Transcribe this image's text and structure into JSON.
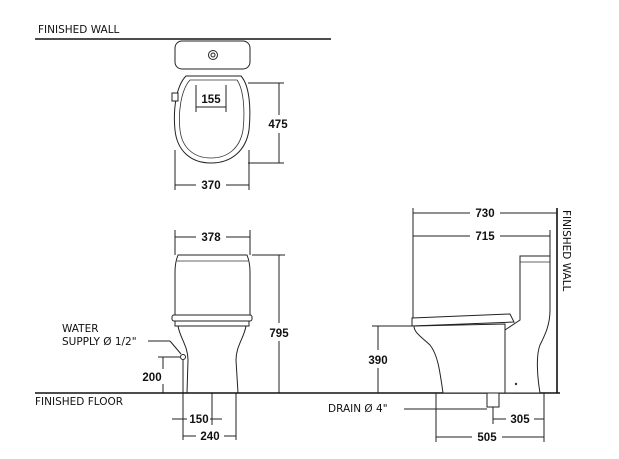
{
  "labels": {
    "finished_wall_top": "FINISHED WALL",
    "finished_wall_side": "FINISHED WALL",
    "finished_floor": "FINISHED FLOOR",
    "water_supply_line1": "WATER",
    "water_supply_line2": "SUPPLY Ø 1/2\"",
    "drain": "DRAIN Ø 4\""
  },
  "dimensions": {
    "top_button_width": "155",
    "top_depth": "475",
    "top_width": "370",
    "front_tank_width": "378",
    "front_height": "795",
    "supply_height": "200",
    "outlet_width": "150",
    "base_width": "240",
    "side_overall_depth": "730",
    "side_tank_depth": "715",
    "side_seat_height": "390",
    "side_drain_offset": "305",
    "side_base_depth": "505"
  }
}
